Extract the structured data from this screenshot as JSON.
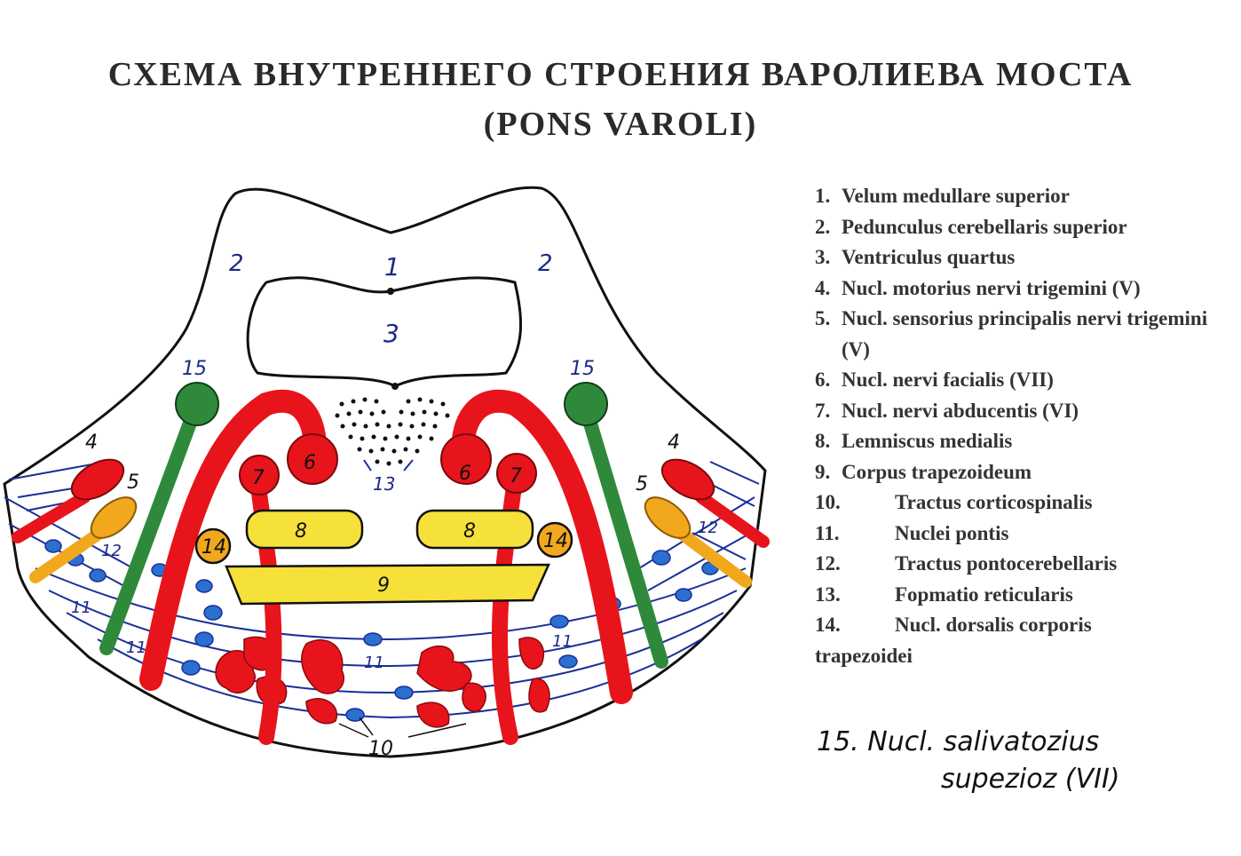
{
  "title": {
    "line1": "СХЕМА  ВНУТРЕННЕГО СТРОЕНИЯ ВАРОЛИЕВА МОСТА",
    "line2": "(PONS VAROLI)"
  },
  "diagram_labels": {
    "l1": "1",
    "l2": "2",
    "l3": "3",
    "l4": "4",
    "l5": "5",
    "l6": "6",
    "l7": "7",
    "l8": "8",
    "l9": "9",
    "l10": "10",
    "l11": "11",
    "l12": "12",
    "l13": "13",
    "l14": "14",
    "l15": "15"
  },
  "colors": {
    "red": "#e8141b",
    "orange": "#f2a81d",
    "yellow": "#f6e03a",
    "green": "#2e8a3a",
    "blue": "#1a2f9a",
    "lightblue": "#2b6fd0"
  },
  "legend": [
    {
      "num": "1.",
      "text": "Velum  medullare superior"
    },
    {
      "num": "2.",
      "text": "Pedunculus cerebellaris superior"
    },
    {
      "num": "3.",
      "text": "Ventriculus  quartus"
    },
    {
      "num": "4.",
      "text": "Nucl. motorius nervi trigemini (V)"
    },
    {
      "num": "5.",
      "text": "Nucl. sensorius principalis nervi trigemini (V)"
    },
    {
      "num": "6.",
      "text": "Nucl. nervi facialis (VII)"
    },
    {
      "num": "7.",
      "text": "Nucl. nervi abducentis (VI)"
    },
    {
      "num": "8.",
      "text": "Lemniscus  medialis"
    },
    {
      "num": "9.",
      "text": "Corpus trapezoideum"
    },
    {
      "num": "10.",
      "text": "Tractus corticospinalis"
    },
    {
      "num": "11.",
      "text": "Nuclei pontis"
    },
    {
      "num": "12.",
      "text": "Tractus pontocerebellaris"
    },
    {
      "num": "13.",
      "text": "Fopmatio reticularis"
    },
    {
      "num": "14.",
      "text": "Nucl. dorsalis corporis",
      "text2": "trapezoidei"
    }
  ],
  "legend_15": {
    "line1": "15. Nucl. salivatozius",
    "line2": "supezioz (VII)"
  }
}
